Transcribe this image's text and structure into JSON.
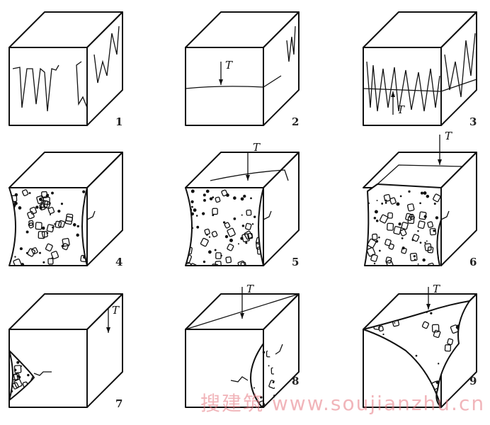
{
  "panels": [
    {
      "label": "1",
      "type": "vertical-cracks"
    },
    {
      "label": "2",
      "type": "horizontal-crack",
      "force": "T"
    },
    {
      "label": "3",
      "type": "mixed-cracks",
      "force": "T"
    },
    {
      "label": "4",
      "type": "hourglass"
    },
    {
      "label": "5",
      "type": "hourglass-top-crack",
      "force": "T"
    },
    {
      "label": "6",
      "type": "spalled-side",
      "force": "T"
    },
    {
      "label": "7",
      "type": "wedge-left",
      "force": "T"
    },
    {
      "label": "8",
      "type": "diagonal-shear",
      "force": "T"
    },
    {
      "label": "9",
      "type": "crushed-corner",
      "force": "T"
    }
  ],
  "watermark": "搜建筑 www.soujianzhu.cn"
}
